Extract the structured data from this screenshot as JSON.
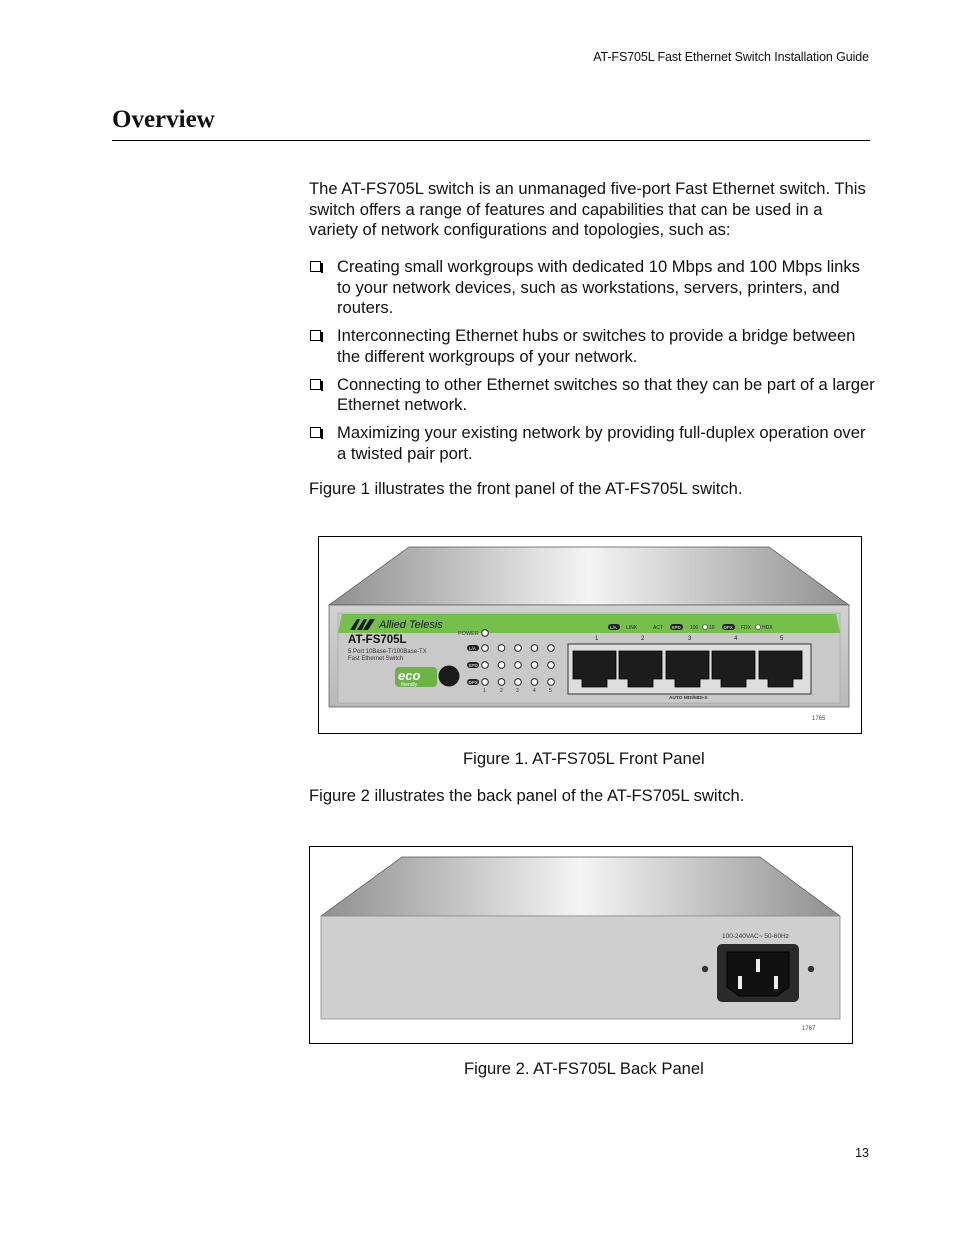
{
  "header": {
    "running_title": "AT-FS705L Fast Ethernet Switch Installation Guide"
  },
  "section": {
    "title": "Overview"
  },
  "intro": "The AT-FS705L switch is an unmanaged five-port Fast Ethernet switch. This switch offers a range of features and capabilities that can be used in a variety of network configurations and topologies, such as:",
  "bullets": [
    "Creating small workgroups with dedicated 10 Mbps and 100 Mbps links to your network devices, such as workstations, servers, printers, and routers.",
    "Interconnecting Ethernet hubs or switches to provide a bridge between the different workgroups of your network.",
    "Connecting to other Ethernet switches so that they can be part of a larger Ethernet network.",
    "Maximizing your existing network by providing full-duplex operation over a twisted pair port."
  ],
  "figure1": {
    "intro": "Figure 1 illustrates the front panel of the AT-FS705L switch.",
    "caption": "Figure 1. AT-FS705L Front Panel",
    "brand": "Allied Telesis",
    "model": "AT-FS705L",
    "description_line1": "5 Port 10Base-T/100Base-TX",
    "description_line2": "Fast Ethernet Switch",
    "eco": "eco",
    "eco_sub": "friendly",
    "power_label": "POWER",
    "led_row_labels": [
      "L/A",
      "SPD",
      "DPX"
    ],
    "legend": {
      "la_badge": "L/A",
      "link": "LINK",
      "act": "ACT",
      "spd_badge": "SPD",
      "speed100": "100",
      "speed10": "10",
      "dpx_badge": "DPX",
      "fdx": "FDX",
      "hdx": "HDX"
    },
    "port_numbers": [
      "1",
      "2",
      "3",
      "4",
      "5"
    ],
    "led_column_numbers": [
      "1",
      "2",
      "3",
      "4",
      "5"
    ],
    "ports_label": "AUTO MDI/MDI-X",
    "figure_id": "1765"
  },
  "figure2": {
    "intro": "Figure 2 illustrates the back panel of the AT-FS705L switch.",
    "caption": "Figure 2. AT-FS705L Back Panel",
    "power_rating": "100-240VAC~ 50-60Hz",
    "figure_id": "1767"
  },
  "footer": {
    "page_number": "13"
  }
}
